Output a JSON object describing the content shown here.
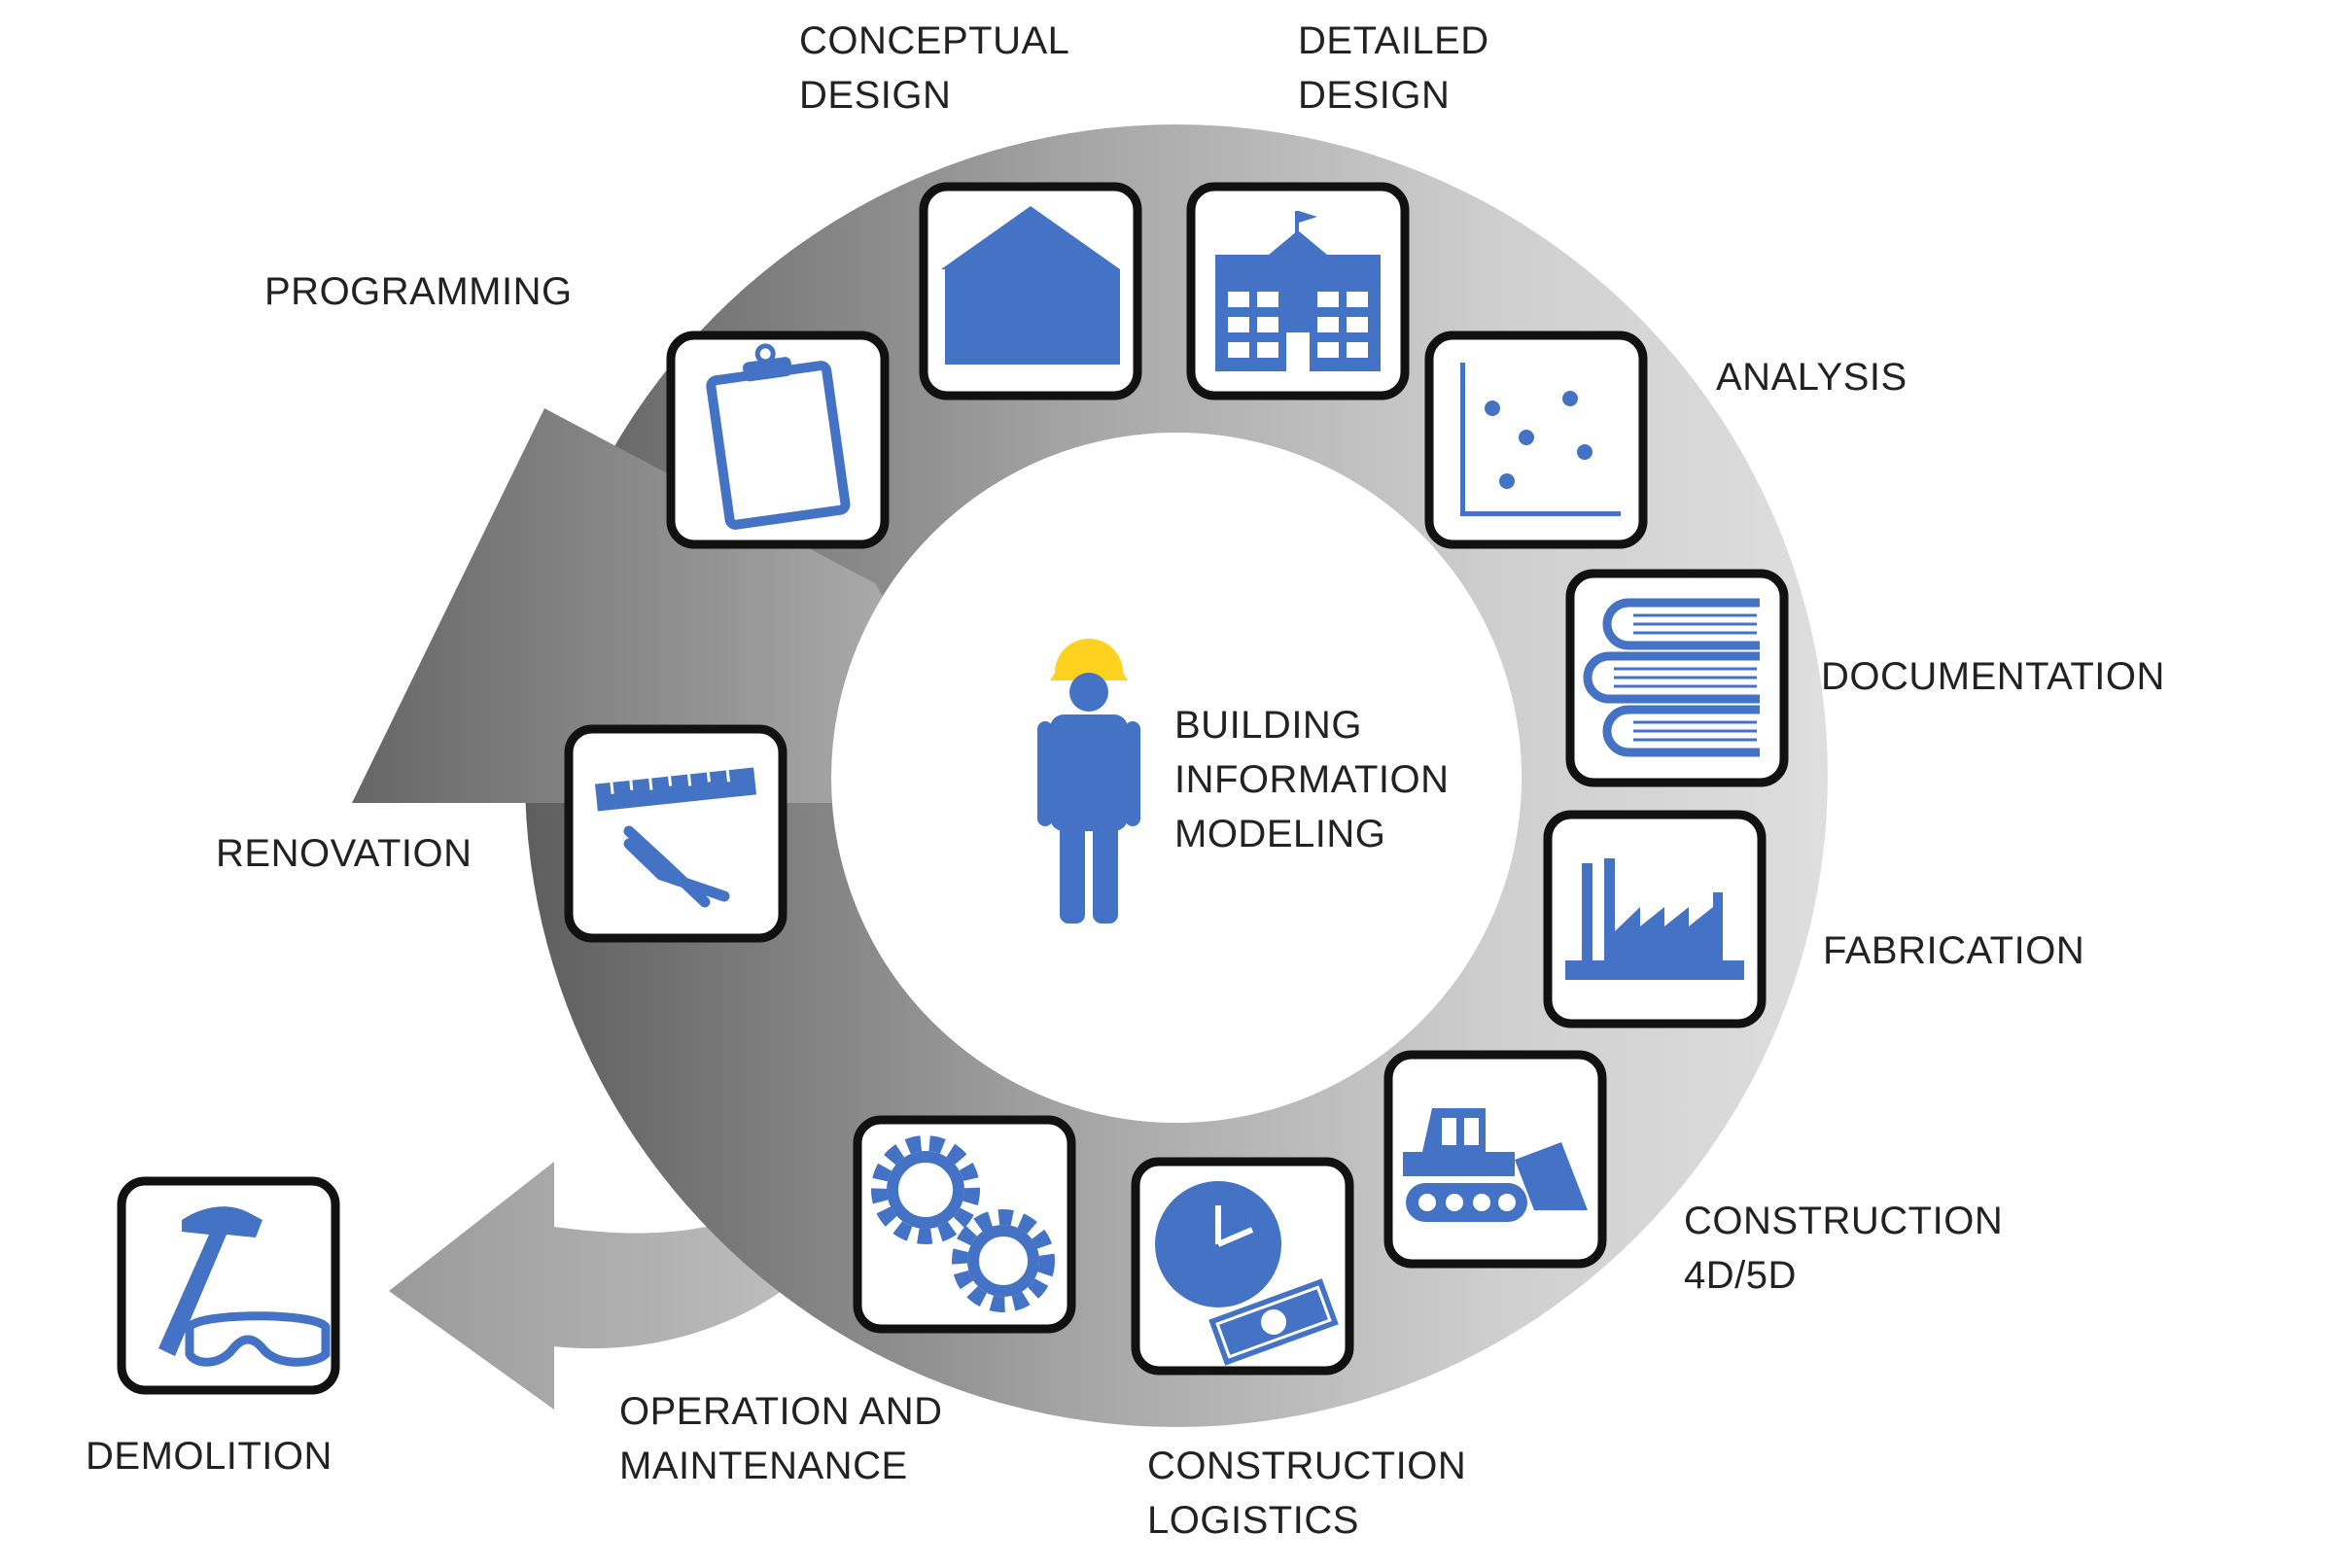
{
  "center": {
    "lines": [
      "BUILDING",
      "INFORMATION",
      "MODELING"
    ],
    "icon": "worker-hardhat-icon"
  },
  "stages": {
    "conceptual_design": {
      "lines": [
        "CONCEPTUAL",
        "DESIGN"
      ],
      "icon": "house-icon"
    },
    "detailed_design": {
      "lines": [
        "DETAILED",
        "DESIGN"
      ],
      "icon": "public-building-icon"
    },
    "analysis": {
      "lines": [
        "ANALYSIS"
      ],
      "icon": "scatter-plot-icon"
    },
    "documentation": {
      "lines": [
        "DOCUMENTATION"
      ],
      "icon": "books-icon"
    },
    "fabrication": {
      "lines": [
        "FABRICATION"
      ],
      "icon": "factory-icon"
    },
    "construction_4d5d": {
      "lines": [
        "CONSTRUCTION",
        "4D/5D"
      ],
      "icon": "bulldozer-icon"
    },
    "construction_logistics": {
      "lines": [
        "CONSTRUCTION",
        "LOGISTICS"
      ],
      "icon": "clock-money-icon"
    },
    "operation_maintenance": {
      "lines": [
        "OPERATION AND",
        "MAINTENANCE"
      ],
      "icon": "gears-icon"
    },
    "renovation": {
      "lines": [
        "RENOVATION"
      ],
      "icon": "ruler-pliers-icon"
    },
    "programming": {
      "lines": [
        "PROGRAMMING"
      ],
      "icon": "clipboard-icon"
    },
    "demolition": {
      "lines": [
        "DEMOLITION"
      ],
      "icon": "hammer-goggles-icon"
    }
  },
  "colors": {
    "icon_blue": "#4472C4",
    "ring_dark": "#6f6f6f",
    "ring_light": "#dcdcdc",
    "hardhat_yellow": "#FFD21F",
    "tile_border": "#111111"
  }
}
